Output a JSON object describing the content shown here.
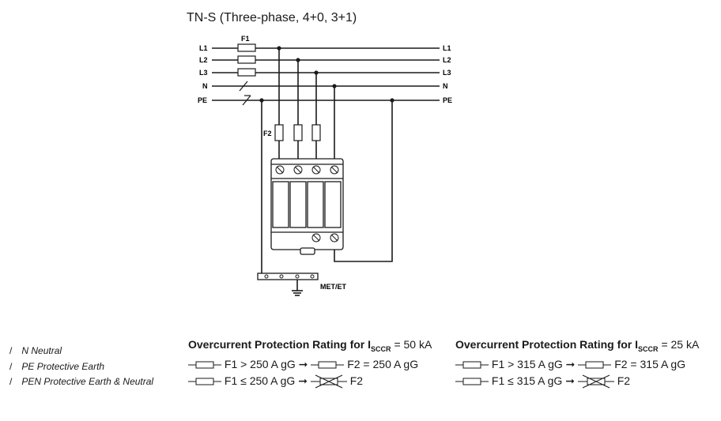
{
  "title": "TN-S (Three-phase, 4+0, 3+1)",
  "lines": {
    "l1": "L1",
    "l2": "L2",
    "l3": "L3",
    "n": "N",
    "pe": "PE"
  },
  "fuse_labels": {
    "f1": "F1",
    "f2": "F2"
  },
  "met_label": "MET/ET",
  "legend": [
    {
      "symbol": "/",
      "abbr": "N",
      "desc": "Neutral"
    },
    {
      "symbol": "/",
      "abbr": "PE",
      "desc": "Protective Earth"
    },
    {
      "symbol": "/",
      "abbr": "PEN",
      "desc": "Protective Earth & Neutral"
    }
  ],
  "tables": [
    {
      "heading": "Overcurrent Protection Rating for I",
      "sub": "SCCR",
      "value": "= 50 kA",
      "row1": "F1 > 250 A gG",
      "row1_result": "F2 = 250 A gG",
      "row2": "F1 ≤ 250 A gG",
      "row2_result": "F2"
    },
    {
      "heading": "Overcurrent Protection Rating for I",
      "sub": "SCCR",
      "value": "= 25 kA",
      "row1": "F1 > 315 A gG",
      "row1_result": "F2 = 315 A gG",
      "row2": "F1 ≤ 315 A gG",
      "row2_result": "F2"
    }
  ]
}
